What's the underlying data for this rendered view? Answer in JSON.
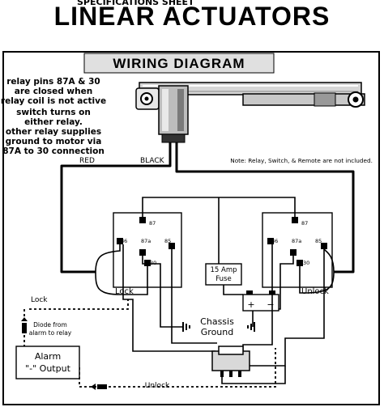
{
  "header": {
    "cropped_text": "SPECIFICATIONS SHEET",
    "title": "LINEAR ACTUATORS"
  },
  "diagram": {
    "title": "WIRING DIAGRAM",
    "notes": [
      "relay pins 87A & 30",
      "are closed when",
      "relay coil is not active",
      "switch turns on",
      "either relay.",
      "other relay supplies",
      "ground to motor via",
      "87A to 30 connection"
    ],
    "note_right": "Note: Relay, Switch, & Remote are not included.",
    "wire_labels": {
      "red": "RED",
      "black": "BLACK"
    },
    "relay_left": {
      "label": "Lock",
      "pins": {
        "p87": "87",
        "p86": "86",
        "p87a": "87a",
        "p85": "85",
        "p30": "30"
      }
    },
    "relay_right": {
      "label": "Unlock",
      "pins": {
        "p87": "87",
        "p86": "86",
        "p87a": "87a",
        "p85": "85",
        "p30": "30"
      }
    },
    "fuse": {
      "line1": "15 Amp",
      "line2": "Fuse"
    },
    "battery": {
      "plus": "+",
      "minus": "−"
    },
    "chassis_ground": {
      "line1": "Chassis",
      "line2": "Ground"
    },
    "lock_label": "Lock",
    "diode": {
      "line1": "Diode from",
      "line2": "alarm to relay"
    },
    "alarm": {
      "line1": "Alarm",
      "line2": "\"-\" Output"
    },
    "unlock_bottom": "Unlock"
  }
}
